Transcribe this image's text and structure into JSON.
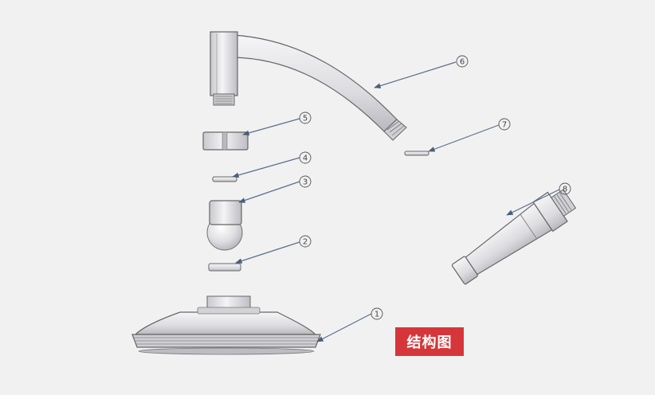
{
  "caption": "结构图",
  "callouts": [
    {
      "id": "part-1",
      "number": "1"
    },
    {
      "id": "part-2",
      "number": "2"
    },
    {
      "id": "part-3",
      "number": "3"
    },
    {
      "id": "part-4",
      "number": "4"
    },
    {
      "id": "part-5",
      "number": "5"
    },
    {
      "id": "part-6",
      "number": "6"
    },
    {
      "id": "part-7",
      "number": "7"
    },
    {
      "id": "part-8",
      "number": "8"
    }
  ],
  "colors": {
    "background": "#f1f1f2",
    "caption_badge": "#d6363a",
    "part_fill": "#e6e6e9",
    "outline": "#555555",
    "leader": "#5a6f8a"
  }
}
